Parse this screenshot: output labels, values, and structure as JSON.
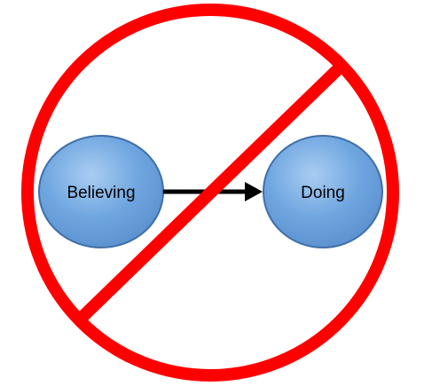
{
  "nodes": [
    {
      "id": "believing",
      "label": "Believing"
    },
    {
      "id": "doing",
      "label": "Doing"
    }
  ],
  "edges": [
    {
      "from": "believing",
      "to": "doing",
      "arrow": "forward"
    }
  ],
  "overlay": {
    "symbol": "prohibition-sign",
    "meaning": "no"
  },
  "colors": {
    "prohibition": "#ff0000",
    "node_fill": "#6fa6e0",
    "node_fill_highlight": "#a9cdf2",
    "node_stroke": "#3f6fa8",
    "arrow": "#000000",
    "text": "#000000",
    "background": "#ffffff"
  }
}
